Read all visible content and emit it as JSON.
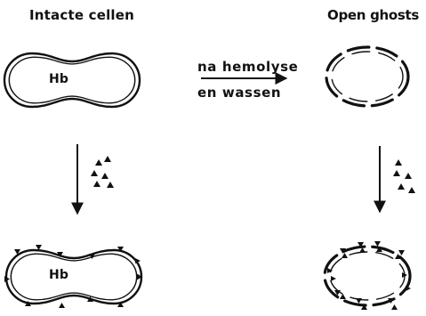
{
  "titles": {
    "left": "Intacte cellen",
    "right": "Open ghosts"
  },
  "process_arrow": {
    "line1": "na hemolyse",
    "line2": "en wassen"
  },
  "cell_labels": {
    "top": "Hb",
    "bottom": "Hb"
  },
  "colors": {
    "ink": "#111111",
    "background": "#ffffff"
  }
}
